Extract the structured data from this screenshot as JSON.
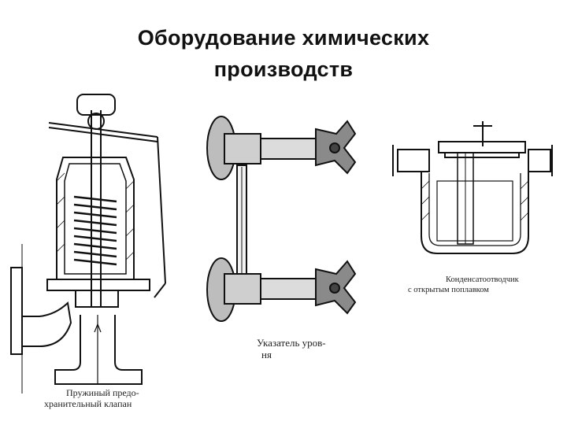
{
  "slide": {
    "title_line1": "Оборудование химических",
    "title_line2": "производств"
  },
  "figures": {
    "valve": {
      "caption_line1": "Пружиный предо-",
      "caption_line2": "хранительный клапан"
    },
    "level_gauge": {
      "caption_line1": "Указатель уров-",
      "caption_line2": "ня"
    },
    "steam_trap": {
      "caption_line1": "Конденсатоотводчик",
      "caption_line2": "с открытым поплавком"
    }
  }
}
